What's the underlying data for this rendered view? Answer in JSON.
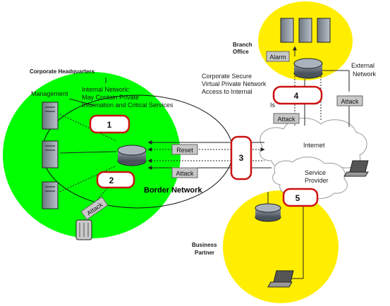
{
  "headquarters": {
    "title": "Corporate Headquarters",
    "management": "Management",
    "internal_network": [
      "Internal Network:",
      "May Contain Private",
      "Information and Critical Services"
    ]
  },
  "border_network": "Border Network",
  "branch_office": {
    "title": [
      "Branch",
      "Office"
    ],
    "alarm": "Alarm"
  },
  "external_network": [
    "External",
    "Network"
  ],
  "vpn": [
    "Corporate Secure",
    "Virtual Private Network",
    "Access to Internal",
    "Is"
  ],
  "internet": "Internet",
  "service_provider": [
    "Service",
    "Provider"
  ],
  "business_partner": [
    "Business",
    "Partner"
  ],
  "tags": {
    "reset": "Reset",
    "attack": "Attack"
  },
  "callouts": [
    "1",
    "2",
    "3",
    "4",
    "5"
  ],
  "colors": {
    "zone": "#00ff00",
    "branch_zone": "#ffee00",
    "callout_border": "#cc1111",
    "tag_bg": "#c8c8c8"
  }
}
